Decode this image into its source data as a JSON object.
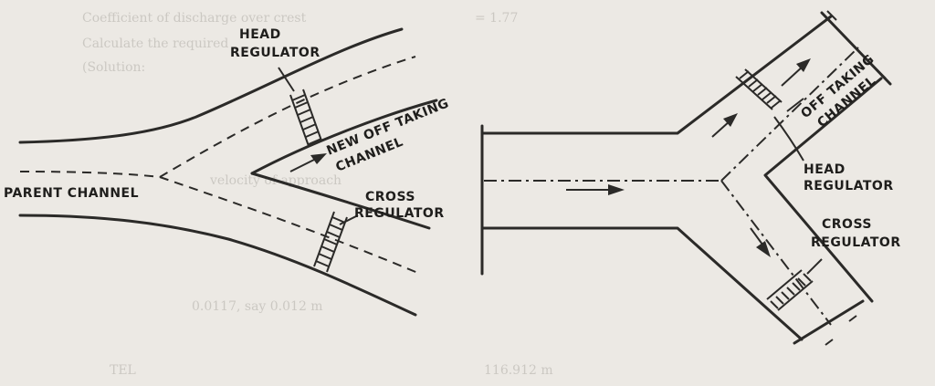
{
  "left_diagram": {
    "parent_channel": "PARENT CHANNEL",
    "head_regulator_1": "HEAD",
    "head_regulator_2": "REGULATOR",
    "new_off_taking_1": "NEW OFF TAKING",
    "new_off_taking_2": "CHANNEL",
    "cross_regulator_1": "CROSS",
    "cross_regulator_2": "REGULATOR"
  },
  "right_diagram": {
    "off_taking_1": "OFF TAKING",
    "off_taking_2": "CHANNEL",
    "head_regulator_1": "HEAD",
    "head_regulator_2": "REGULATOR",
    "cross_regulator_1": "CROSS",
    "cross_regulator_2": "REGULATOR"
  },
  "bleed_through_text": [
    "Coefficient of discharge over crest",
    "Calculate the required",
    "(Solution:",
    "velocity of approach",
    "0.0117, say 0.012 m",
    "TEL",
    "= 1.77",
    "116.912 m"
  ],
  "colors": {
    "ink": "#2b2a28",
    "paper": "#ece9e4"
  }
}
